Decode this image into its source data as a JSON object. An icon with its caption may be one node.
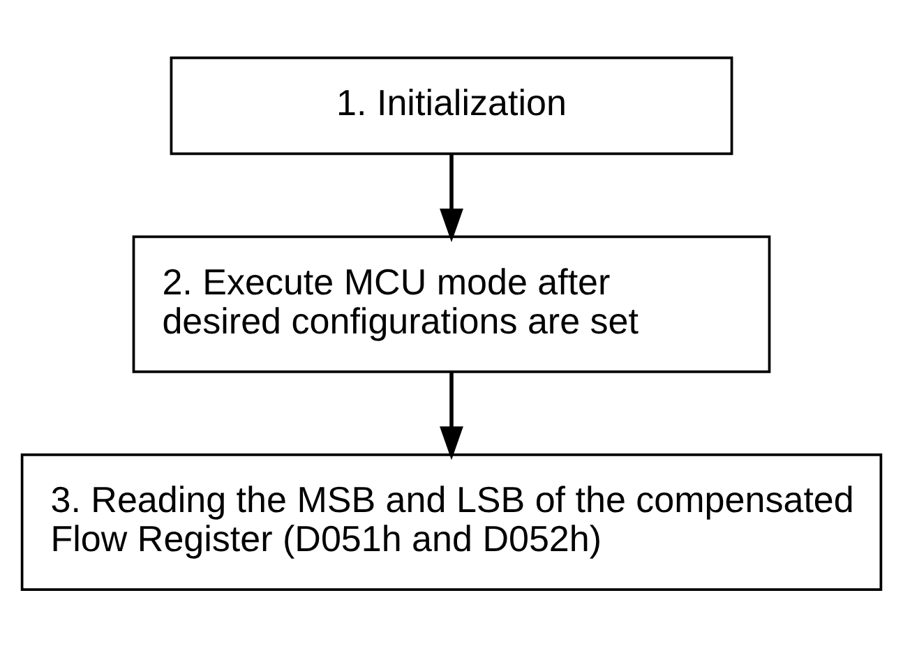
{
  "diagram": {
    "nodes": [
      {
        "text": [
          "1. Initialization"
        ]
      },
      {
        "text": [
          "2. Execute MCU mode after desired configurations are set"
        ]
      },
      {
        "text": [
          "3. Reading the MSB and LSB of the compensated Flow Register (D051h and D052h)"
        ]
      }
    ],
    "edges": [
      {
        "from": 0,
        "to": 1,
        "arrow": "to"
      },
      {
        "from": 1,
        "to": 2,
        "arrow": "to"
      }
    ]
  }
}
